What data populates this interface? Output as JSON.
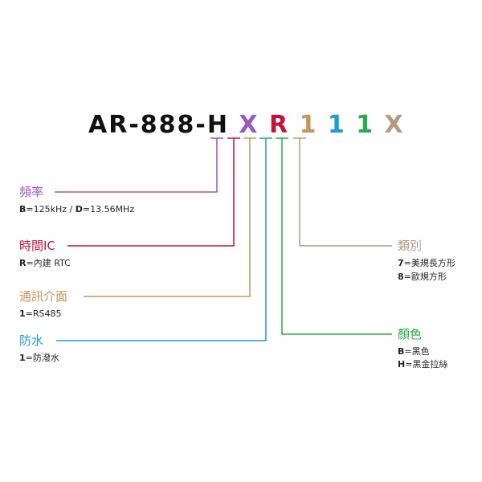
{
  "model": {
    "prefix": "AR-888-H",
    "codes": [
      {
        "char": "X",
        "color": "#9b59b6"
      },
      {
        "char": "R",
        "color": "#c0143c"
      },
      {
        "char": "1",
        "color": "#c8945a"
      },
      {
        "char": "1",
        "color": "#1f9ad6"
      },
      {
        "char": "1",
        "color": "#2bab4a"
      },
      {
        "char": "X",
        "color": "#b59a82"
      }
    ]
  },
  "groups": [
    {
      "title": "頻率",
      "color": "#9b59b6",
      "lines": [
        [
          {
            "t": "B",
            "b": true
          },
          {
            "t": "=125kHz / ",
            "b": false
          },
          {
            "t": "D",
            "b": true
          },
          {
            "t": "=13.56MHz",
            "b": false
          }
        ]
      ]
    },
    {
      "title": "時間IC",
      "color": "#c0143c",
      "lines": [
        [
          {
            "t": "R",
            "b": true
          },
          {
            "t": "=內建 RTC",
            "b": false
          }
        ]
      ]
    },
    {
      "title": "通訊介面",
      "color": "#c8945a",
      "lines": [
        [
          {
            "t": "1",
            "b": true
          },
          {
            "t": "=RS485",
            "b": false
          }
        ]
      ]
    },
    {
      "title": "防水",
      "color": "#1f9ad6",
      "lines": [
        [
          {
            "t": "1",
            "b": true
          },
          {
            "t": "=防潑水",
            "b": false
          }
        ]
      ]
    },
    {
      "title": "顏色",
      "color": "#2bab4a",
      "lines": [
        [
          {
            "t": "B",
            "b": true
          },
          {
            "t": "=黑色",
            "b": false
          }
        ],
        [
          {
            "t": "H",
            "b": true
          },
          {
            "t": "=黑金拉絲",
            "b": false
          }
        ]
      ]
    },
    {
      "title": "類別",
      "color": "#b59a82",
      "lines": [
        [
          {
            "t": "7",
            "b": true
          },
          {
            "t": "=美規長方形",
            "b": false
          }
        ],
        [
          {
            "t": "8",
            "b": true
          },
          {
            "t": "=歐規方形",
            "b": false
          }
        ]
      ]
    }
  ]
}
